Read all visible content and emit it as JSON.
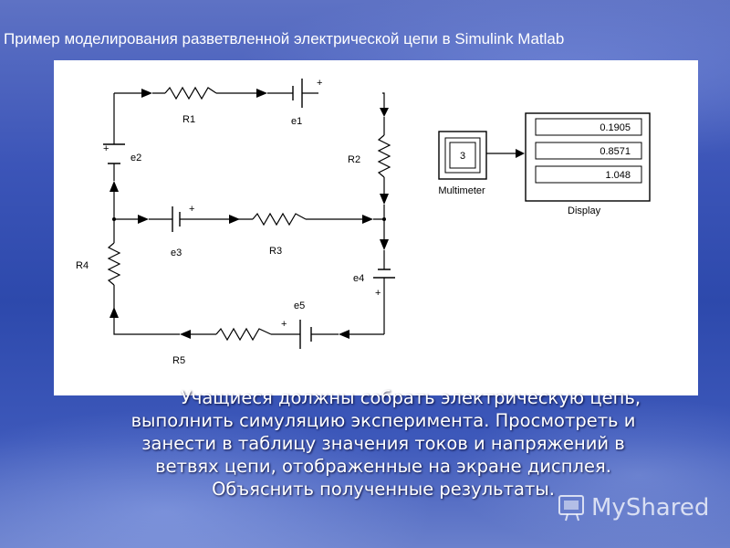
{
  "slide": {
    "title": "Пример моделирования разветвленной электрической цепи в Simulink Matlab",
    "caption_lines": [
      "Учащиеся должны собрать электрическую цепь,",
      "выполнить симуляцию эксперимента. Просмотреть и",
      "занести в таблицу значения токов и напряжений в",
      "ветвях цепи, отображенные на экране дисплея.",
      "Объяснить полученные результаты."
    ]
  },
  "diagram": {
    "labels": {
      "R1": "R1",
      "R2": "R2",
      "R3": "R3",
      "R4": "R4",
      "R5": "R5",
      "e1": "e1",
      "e2": "e2",
      "e3": "e3",
      "e4": "e4",
      "e5": "e5",
      "plus": "+"
    },
    "multimeter": {
      "value": "3",
      "label": "Multimeter"
    },
    "display": {
      "label": "Display",
      "values": [
        "0.1905",
        "0.8571",
        "1.048"
      ]
    }
  },
  "watermark": {
    "text": "MyShared"
  },
  "colors": {
    "wire": "#000000",
    "panel": "#ffffff",
    "slide_text": "#ffffff"
  }
}
